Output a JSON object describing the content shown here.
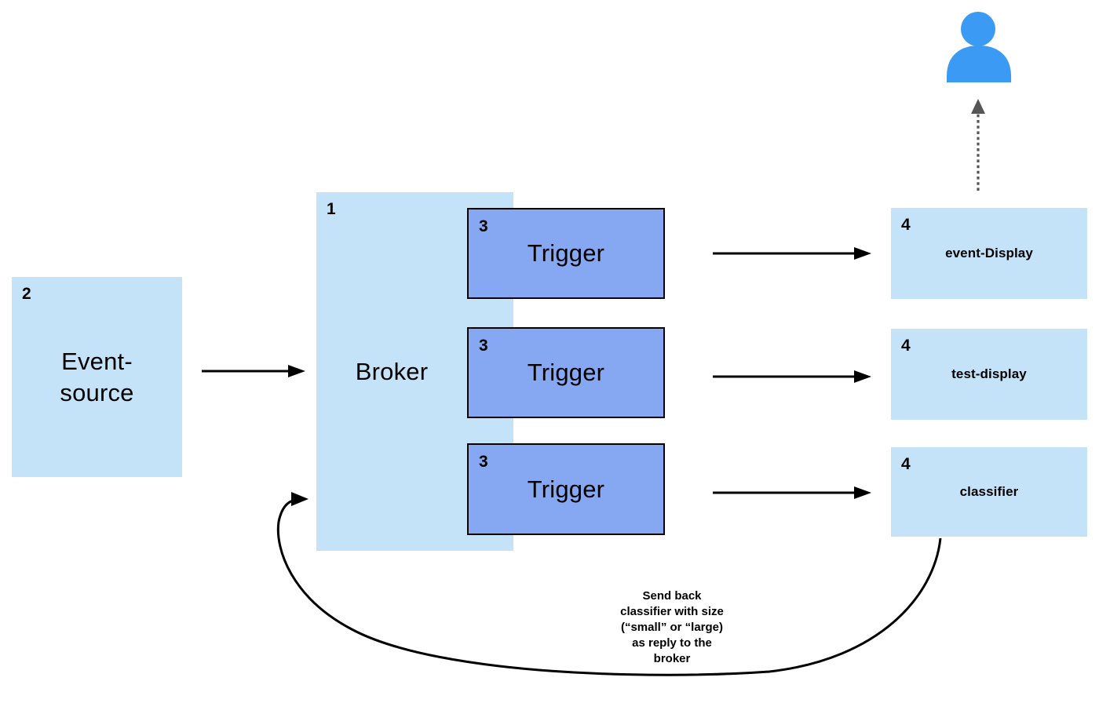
{
  "colors": {
    "box_light": "#c5e3f8",
    "trigger_fill": "#86a7f1",
    "trigger_border": "#000000",
    "person_blue": "#3b9bf4",
    "connector": "#000000",
    "dotted_gray": "#565656",
    "text": "#000000"
  },
  "diagram": {
    "broker": {
      "number": "1",
      "label": "Broker"
    },
    "event_source": {
      "number": "2",
      "label": "Event-\nsource"
    },
    "triggers": [
      {
        "number": "3",
        "label": "Trigger"
      },
      {
        "number": "3",
        "label": "Trigger"
      },
      {
        "number": "3",
        "label": "Trigger"
      }
    ],
    "targets": [
      {
        "number": "4",
        "label": "event-Display"
      },
      {
        "number": "4",
        "label": "test-display"
      },
      {
        "number": "4",
        "label": "classifier"
      }
    ],
    "annotation": "Send back\nclassifier with size\n(“small” or “large)\nas reply to the\nbroker",
    "icons": {
      "person": "person-icon",
      "dotted_arrow": "dotted-arrow-up-icon",
      "flow_arrow": "right-arrow-icon",
      "feedback_arrow": "curved-feedback-arrow-icon"
    }
  }
}
